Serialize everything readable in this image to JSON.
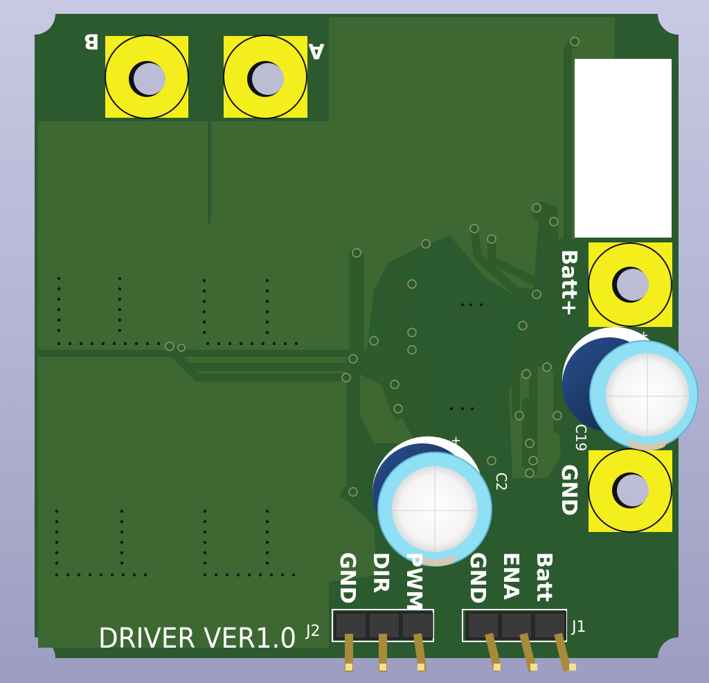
{
  "board": {
    "title": "DRIVER VER1.0",
    "colors": {
      "background": "#b4b4d6",
      "board_edge": "#2a5a2e",
      "copper_pour": "#3f6a33",
      "trace": "#2f5a2a",
      "pad_gold": "#f4ee1c",
      "silkscreen": "#ffffff",
      "cap_body": "#1b3f7a",
      "cap_sleeve": "#8fe0f5"
    }
  },
  "labels": {
    "terminal_b": "B",
    "terminal_a": "A",
    "batt_plus": "Batt+",
    "gnd": "GND",
    "c19": "C19",
    "c2": "C2",
    "cap_plus": "+",
    "j2": "J2",
    "j1": "J1"
  },
  "headers": {
    "j2_pins": [
      "GND",
      "DIR",
      "PWM"
    ],
    "j1_pins": [
      "GND",
      "ENA",
      "Batt"
    ]
  }
}
